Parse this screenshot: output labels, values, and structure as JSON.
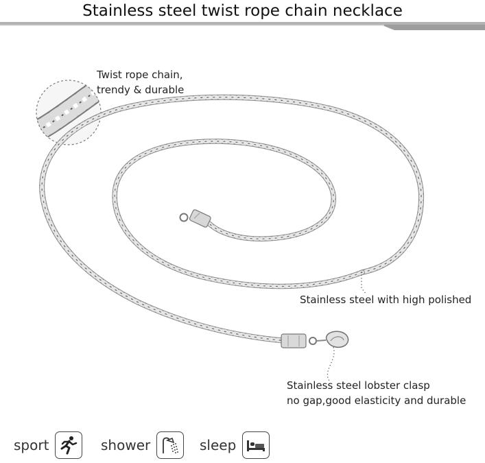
{
  "title": "Stainless steel twist rope chain necklace",
  "colors": {
    "chain_light": "#e4e4e4",
    "chain_dark": "#8a8a8a",
    "bar": "#a8a8a8",
    "text": "#222222",
    "background": "#ffffff"
  },
  "callouts": {
    "detail": {
      "line1": "Twist rope chain,",
      "line2": "trendy & durable"
    },
    "polish": {
      "line1": "Stainless steel with high polished"
    },
    "clasp": {
      "line1": "Stainless steel lobster clasp",
      "line2": "no gap,good elasticity and durable"
    }
  },
  "features": [
    {
      "label": "sport",
      "icon": "running-person-icon"
    },
    {
      "label": "shower",
      "icon": "shower-icon"
    },
    {
      "label": "sleep",
      "icon": "bed-icon"
    }
  ]
}
